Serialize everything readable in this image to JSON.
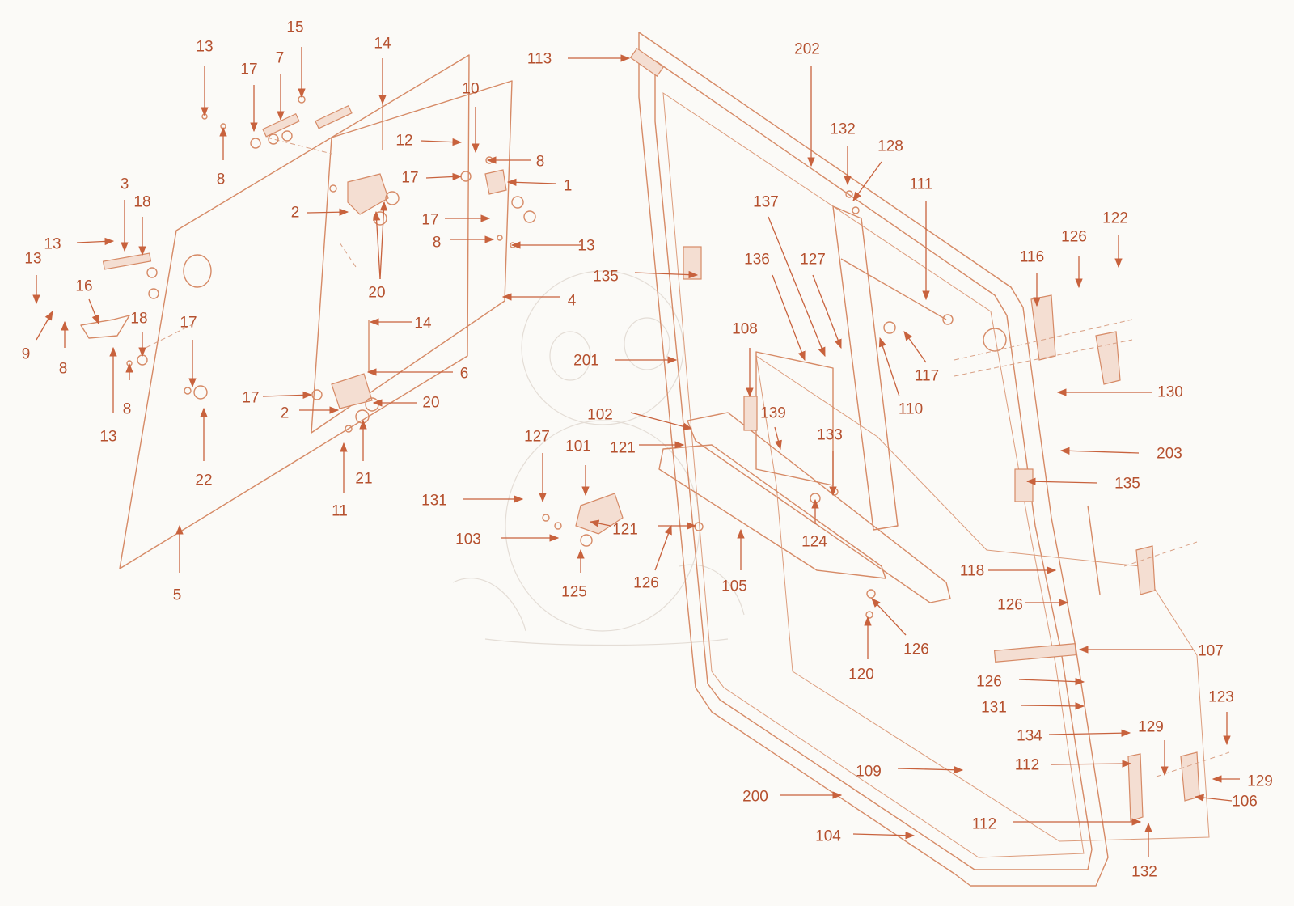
{
  "callouts": {
    "c_13a": "13",
    "c_15": "15",
    "c_14a": "14",
    "c_17a": "17",
    "c_7": "7",
    "c_8a": "8",
    "c_10": "10",
    "c_12": "12",
    "c_8b": "8",
    "c_17b": "17",
    "c_1": "1",
    "c_3": "3",
    "c_18a": "18",
    "c_13b": "13",
    "c_2a": "2",
    "c_17c": "17",
    "c_8c": "8",
    "c_13c": "13",
    "c_13d": "13",
    "c_16": "16",
    "c_20a": "20",
    "c_4": "4",
    "c_18b": "18",
    "c_9": "9",
    "c_8d": "8",
    "c_17d": "17",
    "c_14b": "14",
    "c_6": "6",
    "c_8e": "8",
    "c_17e": "17",
    "c_20b": "20",
    "c_2b": "2",
    "c_13e": "13",
    "c_22": "22",
    "c_21": "21",
    "c_11": "11",
    "c_5": "5",
    "c_113": "113",
    "c_202": "202",
    "c_132a": "132",
    "c_128": "128",
    "c_111": "111",
    "c_137": "137",
    "c_136": "136",
    "c_127a": "127",
    "c_116": "116",
    "c_126a": "126",
    "c_122": "122",
    "c_135a": "135",
    "c_108": "108",
    "c_117": "117",
    "c_110": "110",
    "c_201": "201",
    "c_130": "130",
    "c_102": "102",
    "c_139": "139",
    "c_133": "133",
    "c_121a": "121",
    "c_127b": "127",
    "c_101": "101",
    "c_203": "203",
    "c_135b": "135",
    "c_131a": "131",
    "c_124": "124",
    "c_103": "103",
    "c_121b": "121",
    "c_118": "118",
    "c_125": "125",
    "c_126b": "126",
    "c_105": "105",
    "c_126c": "126",
    "c_126d": "126",
    "c_107": "107",
    "c_120": "120",
    "c_126e": "126",
    "c_131b": "131",
    "c_123": "123",
    "c_134": "134",
    "c_129a": "129",
    "c_112a": "112",
    "c_109": "109",
    "c_129b": "129",
    "c_200": "200",
    "c_106": "106",
    "c_112b": "112",
    "c_104": "104",
    "c_132b": "132"
  },
  "colors": {
    "callout_text": "#b5502e",
    "leader": "#c8623d",
    "part_line": "#d68a66",
    "background": "#fbfaf7"
  }
}
